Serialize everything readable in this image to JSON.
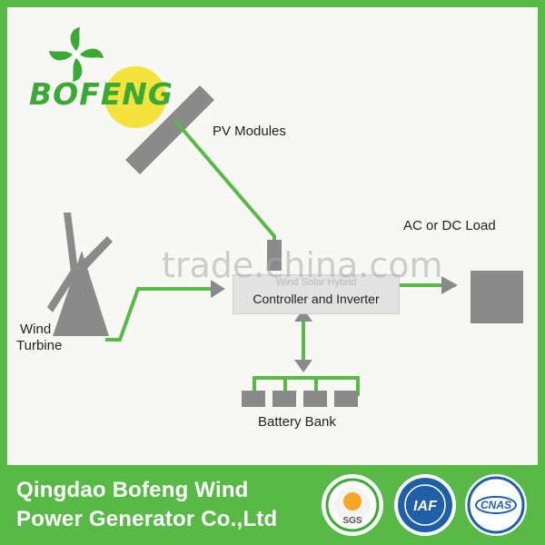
{
  "brand": {
    "logo_text": "BOFENG",
    "colors": {
      "green": "#58b947",
      "logo_green": "#3aa935",
      "sun_yellow": "#f5e23c",
      "gray": "#8a8a8a",
      "blue_badge": "#1f5fa8"
    }
  },
  "diagram": {
    "pv_label": "PV Modules",
    "load_label": "AC or DC Load",
    "wind_label_line1": "Wind",
    "wind_label_line2": "Turbine",
    "controller_sub_label": "Wind Solar Hybrid",
    "controller_label": "Controller and Inverter",
    "battery_label": "Battery Bank"
  },
  "watermark": "trade.china.com",
  "footer": {
    "line1": "Qingdao Bofeng Wind",
    "line2": "Power Generator Co.,Ltd",
    "badges": [
      {
        "name": "sgs",
        "label": "SGS"
      },
      {
        "name": "iaf",
        "label": "IAF"
      },
      {
        "name": "cnas",
        "label": "CNAS"
      }
    ]
  }
}
